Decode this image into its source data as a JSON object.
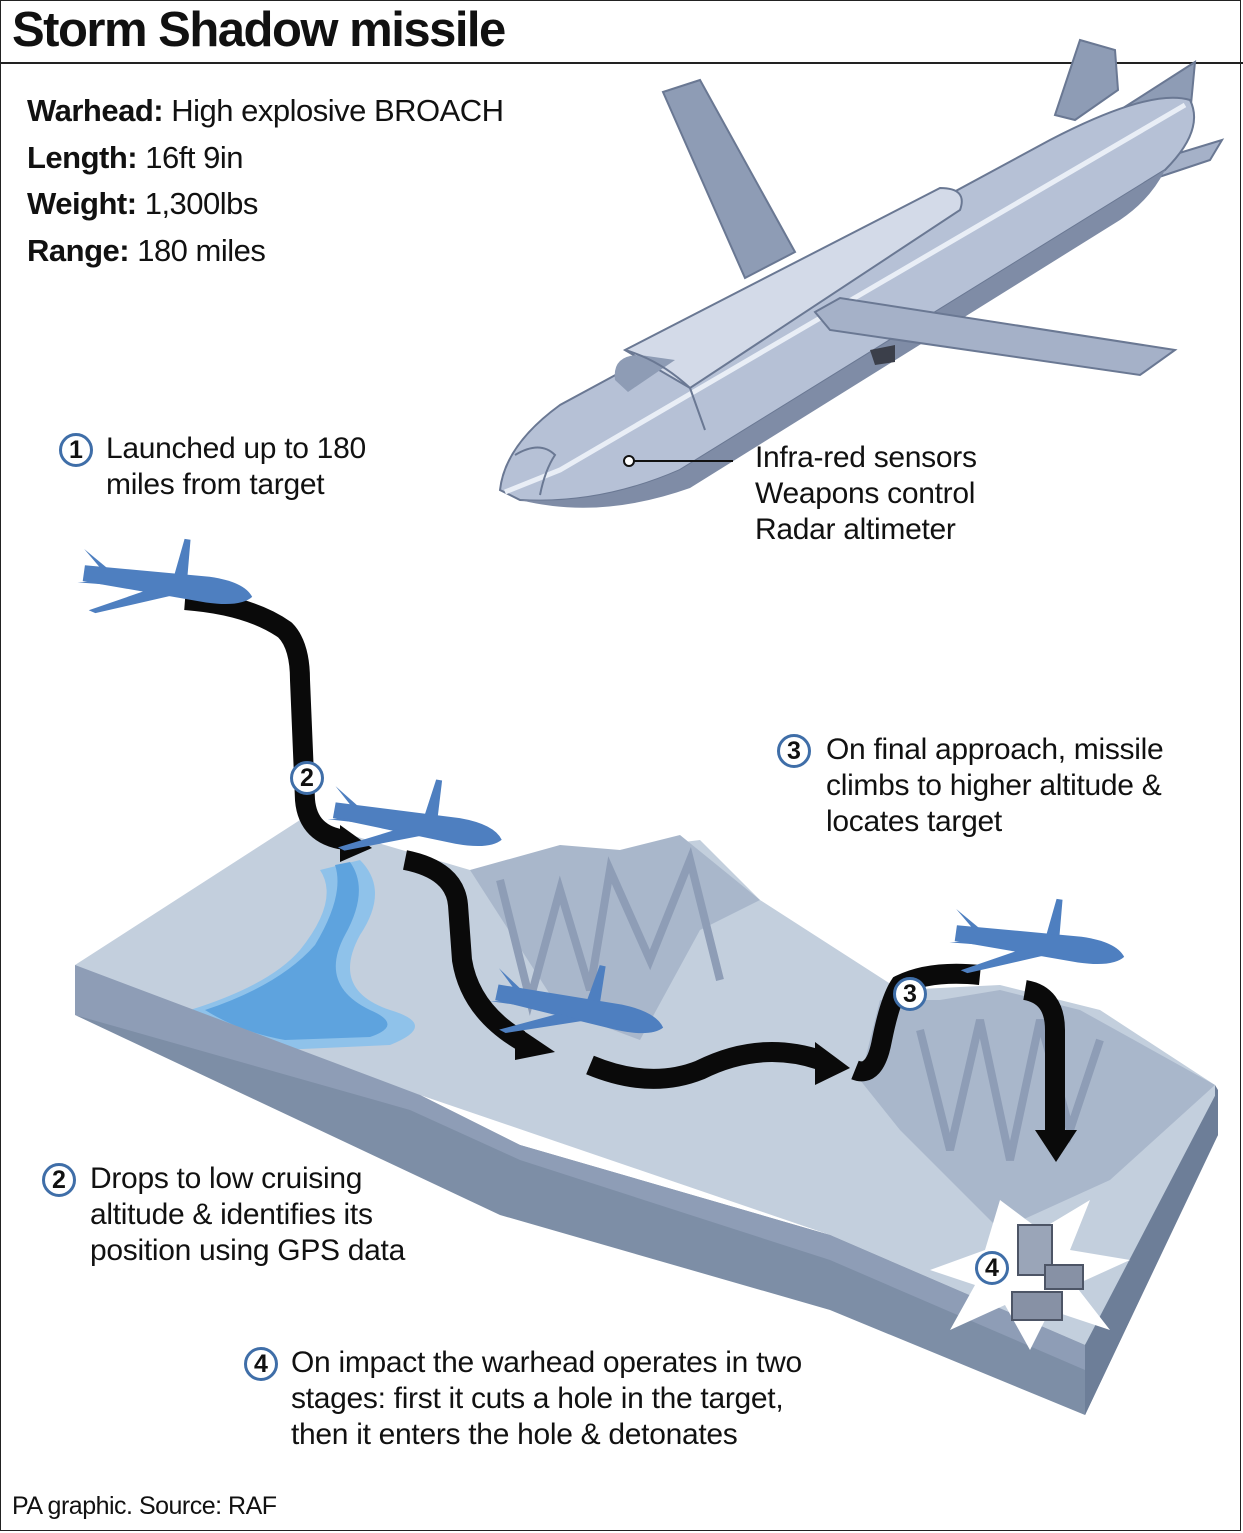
{
  "title": "Storm Shadow missile",
  "specs": [
    {
      "label": "Warhead:",
      "value": "High explosive BROACH"
    },
    {
      "label": "Length:",
      "value": "16ft 9in"
    },
    {
      "label": "Weight:",
      "value": "1,300lbs"
    },
    {
      "label": "Range:",
      "value": "180 miles"
    }
  ],
  "sensor_callout": "Infra-red sensors\nWeapons control\nRadar altimeter",
  "steps": [
    {
      "number": "1",
      "text": "Launched up to 180\nmiles from target"
    },
    {
      "number": "2",
      "text": "Drops to low cruising\naltitude & identifies its\nposition using GPS data"
    },
    {
      "number": "3",
      "text": "On final approach, missile\nclimbs to higher altitude &\nlocates target"
    },
    {
      "number": "4",
      "text": "On impact the warhead operates in two\nstages: first it cuts a hole in the target,\nthen it enters the hole & detonates"
    }
  ],
  "source": "PA graphic. Source: RAF",
  "colors": {
    "missile_icon": "#4e7fc0",
    "badge_ring": "#3f6ea8",
    "terrain_top": "#c3cfdd",
    "terrain_side": "#7d8ea6",
    "river": "#6eaee2",
    "flight_path": "#0a0a0a",
    "missile_body": "#b6c1d6"
  }
}
